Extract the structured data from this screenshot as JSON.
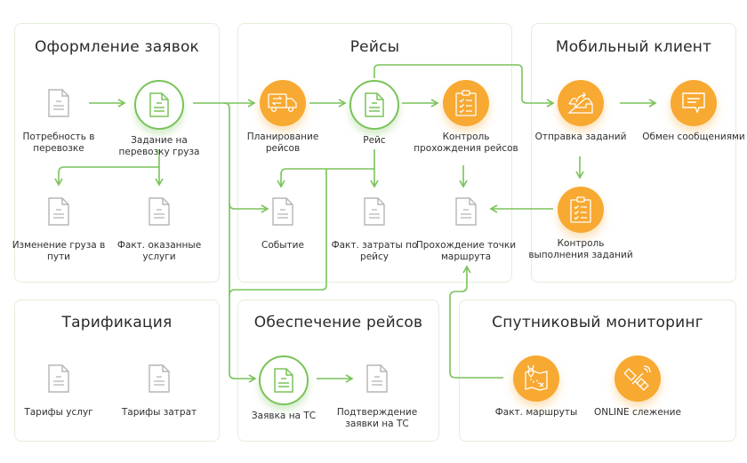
{
  "colors": {
    "accent_green": "#7ac35a",
    "accent_orange": "#f7a932",
    "panel_border": "#e3eedb",
    "doc_gray": "#b5b5b5"
  },
  "panels": {
    "orders": {
      "title": "Оформление заявок"
    },
    "trips": {
      "title": "Рейсы"
    },
    "mobile": {
      "title": "Мобильный клиент"
    },
    "tariffs": {
      "title": "Тарификация"
    },
    "support": {
      "title": "Обеспечение рейсов"
    },
    "satellite": {
      "title": "Спутниковый мониторинг"
    }
  },
  "nodes": {
    "need": {
      "label": "Потребность в перевозке",
      "icon": "document-icon"
    },
    "task": {
      "label": "Задание на перевозку груза",
      "icon": "document-icon"
    },
    "cargo_change": {
      "label": "Изменение груза в пути",
      "icon": "document-icon"
    },
    "services": {
      "label": "Факт. оказанные услуги",
      "icon": "document-icon"
    },
    "planning": {
      "label": "Планирование рейсов",
      "icon": "truck-icon"
    },
    "trip": {
      "label": "Рейс",
      "icon": "document-icon"
    },
    "trip_control": {
      "label": "Контроль прохождения рейсов",
      "icon": "clipboard-icon"
    },
    "event": {
      "label": "Событие",
      "icon": "document-icon"
    },
    "costs": {
      "label": "Факт. затраты по рейсу",
      "icon": "document-icon"
    },
    "waypoint": {
      "label": "Прохождение точки маршрута",
      "icon": "document-icon"
    },
    "send_tasks": {
      "label": "Отправка заданий",
      "icon": "outbox-icon"
    },
    "messaging": {
      "label": "Обмен сообщениями",
      "icon": "chat-icon"
    },
    "task_control": {
      "label": "Контроль выполнения заданий",
      "icon": "clipboard-icon"
    },
    "tariff_services": {
      "label": "Тарифы услуг",
      "icon": "document-icon"
    },
    "tariff_costs": {
      "label": "Тарифы затрат",
      "icon": "document-icon"
    },
    "vehicle_request": {
      "label": "Заявка на ТС",
      "icon": "document-icon"
    },
    "request_confirm": {
      "label": "Подтверждение заявки на ТС",
      "icon": "document-icon"
    },
    "actual_routes": {
      "label": "Факт. маршруты",
      "icon": "map-icon"
    },
    "online_tracking": {
      "label": "ONLINE слежение",
      "icon": "satellite-icon"
    }
  }
}
